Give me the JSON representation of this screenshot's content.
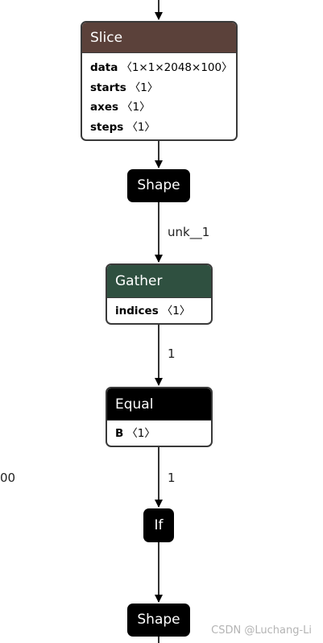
{
  "nodes": {
    "slice": {
      "title": "Slice",
      "color": "#5b413a",
      "attrs": [
        {
          "name": "data",
          "value": "〈1×1×2048×100〉"
        },
        {
          "name": "starts",
          "value": "〈1〉"
        },
        {
          "name": "axes",
          "value": "〈1〉"
        },
        {
          "name": "steps",
          "value": "〈1〉"
        }
      ]
    },
    "shape_top": {
      "title": "Shape"
    },
    "gather": {
      "title": "Gather",
      "color": "#2f5040",
      "attrs": [
        {
          "name": "indices",
          "value": "〈1〉"
        }
      ]
    },
    "equal": {
      "title": "Equal",
      "color": "#000000",
      "attrs": [
        {
          "name": "B",
          "value": "〈1〉"
        }
      ]
    },
    "if": {
      "title": "If"
    },
    "shape_bottom": {
      "title": "Shape"
    }
  },
  "edge_labels": {
    "shape_to_gather": "unk__1",
    "gather_to_equal": "1",
    "equal_to_if": "1",
    "left_clipped": "00"
  },
  "watermark": "CSDN @Luchang-Li"
}
